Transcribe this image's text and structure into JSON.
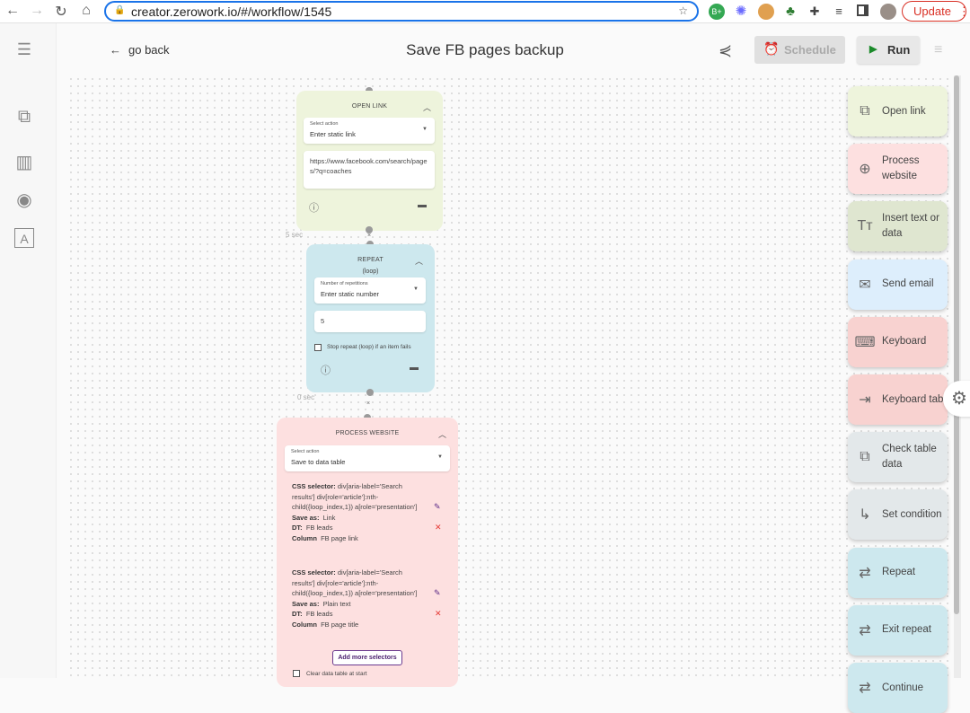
{
  "browser": {
    "url": "creator.zerowork.io/#/workflow/1545",
    "update_label": "Update",
    "ext_badge": "B+"
  },
  "header": {
    "go_back": "go back",
    "title": "Save FB pages backup",
    "schedule": "Schedule",
    "run": "Run"
  },
  "nodes": {
    "open_link": {
      "title": "OPEN LINK",
      "select_label": "Select action",
      "select_value": "Enter static link",
      "url_value": "https://www.facebook.com/search/pages/?q=coaches",
      "delay": "5 sec"
    },
    "repeat": {
      "title": "REPEAT",
      "subtitle": "(loop)",
      "select_label": "Number of repetitions",
      "select_value": "Enter static number",
      "count_value": "5",
      "checkbox_label": "Stop repeat (loop) if an item fails",
      "checked": false,
      "delay": "0 sec"
    },
    "process_website": {
      "title": "PROCESS WEBSITE",
      "select_label": "Select action",
      "select_value": "Save to data table",
      "selectors": [
        {
          "css_label": "CSS selector:",
          "css": "div[aria-label='Search results'] div[role='article']:nth-child({loop_index,1}) a[role='presentation']",
          "save_as_label": "Save as:",
          "save_as": "Link",
          "dt_label": "DT:",
          "dt": "FB leads",
          "column_label": "Column",
          "column": "FB page link"
        },
        {
          "css_label": "CSS selector:",
          "css": "div[aria-label='Search results'] div[role='article']:nth-child({loop_index,1}) a[role='presentation']",
          "save_as_label": "Save as:",
          "save_as": "Plain text",
          "dt_label": "DT:",
          "dt": "FB leads",
          "column_label": "Column",
          "column": "FB page title"
        }
      ],
      "add_more": "Add more selectors",
      "clear_label": "Clear data table at start",
      "clear_checked": false
    }
  },
  "palette": [
    {
      "label": "Open link",
      "icon": "open-in-new-icon",
      "color": "#eef4dc"
    },
    {
      "label": "Process website",
      "icon": "globe-icon",
      "color": "#fde0e0"
    },
    {
      "label": "Insert text or data",
      "icon": "text-size-icon",
      "color": "#dfe6d0"
    },
    {
      "label": "Send email",
      "icon": "email-icon",
      "color": "#ddeefc"
    },
    {
      "label": "Keyboard",
      "icon": "keyboard-icon",
      "color": "#f8d2d0"
    },
    {
      "label": "Keyboard tab",
      "icon": "tab-arrow-icon",
      "color": "#f8d2d0"
    },
    {
      "label": "Check table data",
      "icon": "table-check-icon",
      "color": "#e3e8ea"
    },
    {
      "label": "Set condition",
      "icon": "condition-icon",
      "color": "#e3e8ea"
    },
    {
      "label": "Repeat",
      "icon": "repeat-icon",
      "color": "#cde8ee"
    },
    {
      "label": "Exit repeat",
      "icon": "exit-repeat-icon",
      "color": "#cde8ee"
    },
    {
      "label": "Continue",
      "icon": "continue-icon",
      "color": "#cde8ee"
    }
  ]
}
